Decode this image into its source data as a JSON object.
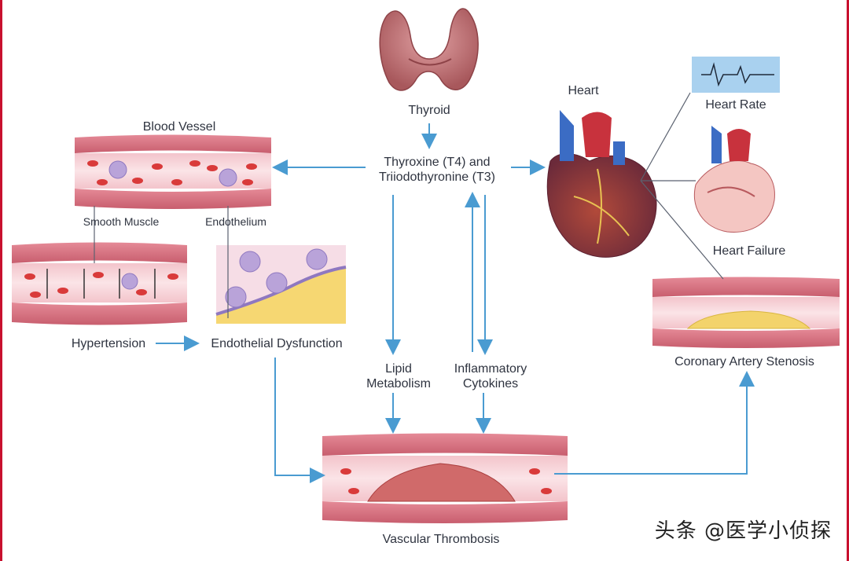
{
  "labels": {
    "thyroid": "Thyroid",
    "hormones": "Thyroxine (T4) and\nTriiodothyronine (T3)",
    "heart": "Heart",
    "heart_rate": "Heart Rate",
    "heart_failure": "Heart Failure",
    "blood_vessel": "Blood Vessel",
    "smooth_muscle": "Smooth Muscle",
    "endothelium": "Endothelium",
    "hypertension": "Hypertension",
    "endothelial_dysfunction": "Endothelial Dysfunction",
    "lipid_metabolism": "Lipid\nMetabolism",
    "inflammatory_cytokines": "Inflammatory\nCytokines",
    "coronary_artery_stenosis": "Coronary Artery Stenosis",
    "vascular_thrombosis": "Vascular Thrombosis"
  },
  "watermark": "头条 @医学小侦探",
  "colors": {
    "arrow": "#4a9bd1",
    "vessel_wall": "#d9707f",
    "vessel_lumen": "#f6d3d8",
    "red_cell": "#d93a3a",
    "plaque": "#f3d36b",
    "accent_frame": "#c8102e"
  }
}
